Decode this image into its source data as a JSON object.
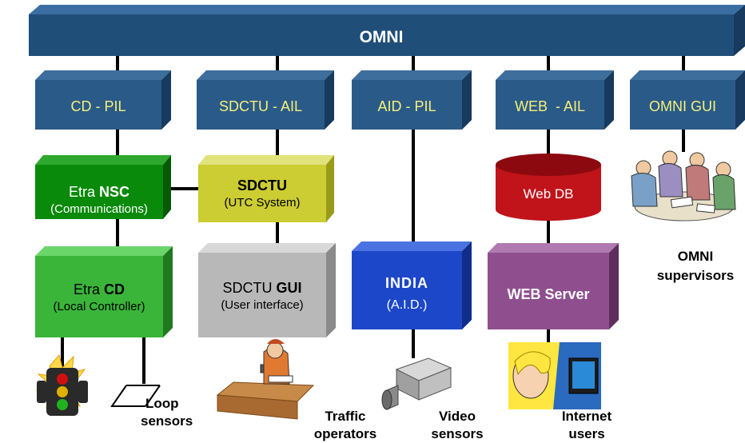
{
  "bus": {
    "label": "OMNI"
  },
  "adapters": [
    {
      "label": "CD - PIL"
    },
    {
      "label": "SDCTU - AIL"
    },
    {
      "label": "AID - PIL"
    },
    {
      "label": "WEB  - AIL"
    },
    {
      "label": "OMNI GUI"
    }
  ],
  "nsc": {
    "line1_prefix": "Etra ",
    "line1_bold": "NSC",
    "line2": "(Communications)"
  },
  "sdctu": {
    "line1": "SDCTU",
    "line2": "(UTC System)"
  },
  "webdb": {
    "label": "Web DB"
  },
  "cd": {
    "line1_prefix": "Etra ",
    "line1_bold": "CD",
    "line2": "(Local Controller)"
  },
  "sdctu_gui": {
    "line1_prefix": "SDCTU ",
    "line1_bold": "GUI",
    "line2": "(User interface)"
  },
  "india": {
    "line1": "INDIA",
    "line2": "(A.I.D.)"
  },
  "web_server": {
    "label": "WEB Server"
  },
  "captions": {
    "loop": [
      "Loop",
      "sensors"
    ],
    "traffic": [
      "Traffic",
      "operators"
    ],
    "video": [
      "Video",
      "sensors"
    ],
    "internet": [
      "Internet",
      "users"
    ],
    "supervisors": [
      "OMNI",
      "supervisors"
    ]
  },
  "colors": {
    "bus_front": "#1f4e79",
    "bus_top": "#2e6496",
    "adapter_text": "#f5f07a",
    "nsc_green": "#0a8a0a",
    "cd_green": "#3ab53a",
    "sdctu_yellow": "#cccc33",
    "gui_gray": "#b8b8b8",
    "india_blue": "#1c47c8",
    "web_purple": "#8f4f8f",
    "db_red": "#c0141a"
  }
}
